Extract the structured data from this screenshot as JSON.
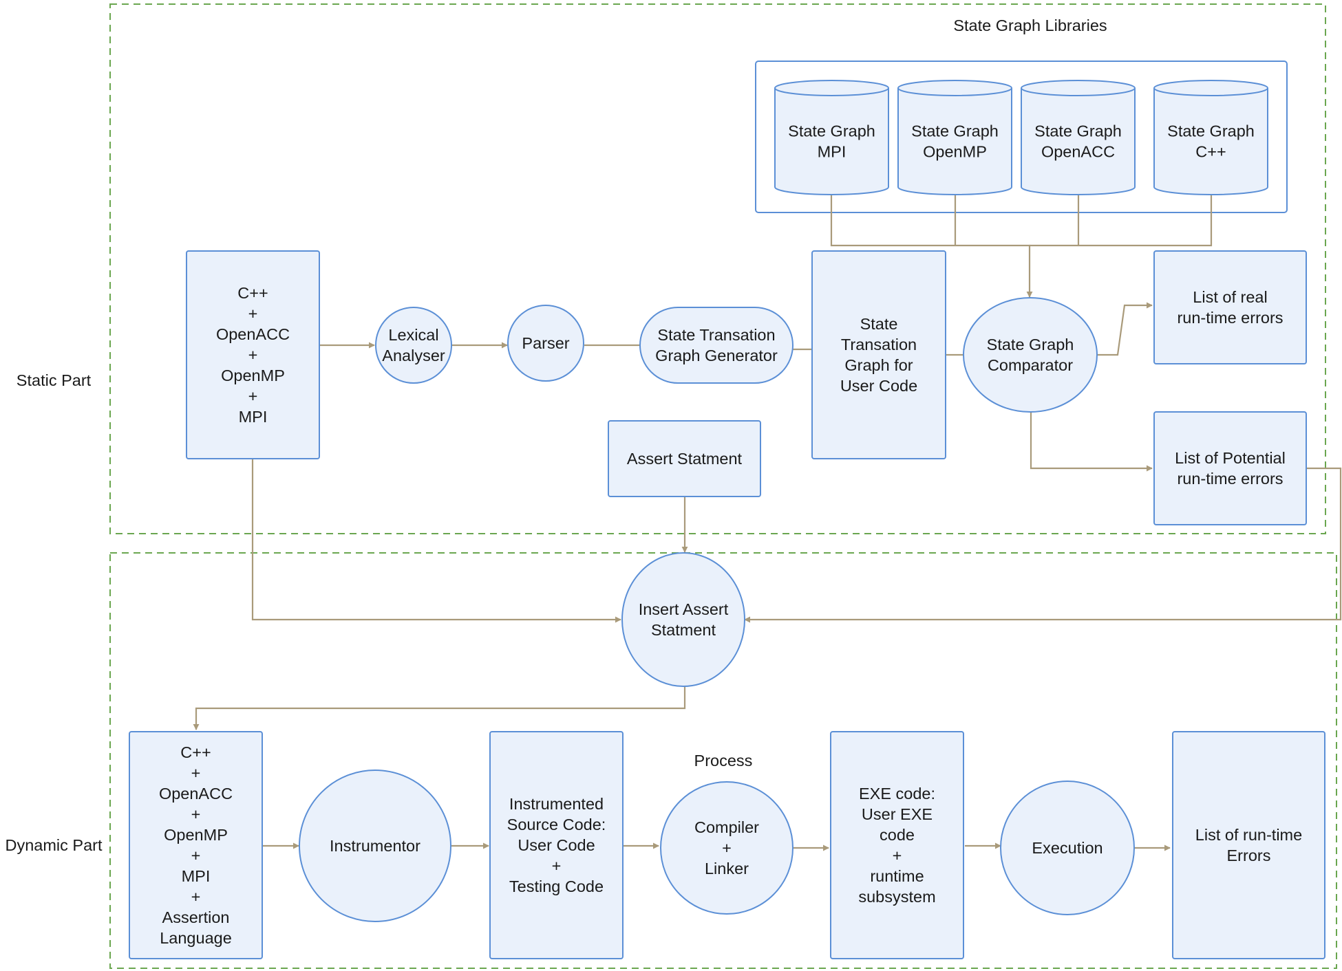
{
  "colors": {
    "node_fill": "#eaf1fb",
    "node_stroke": "#5b8fd6",
    "arrow": "#a99a7a",
    "group_border": "#6aa64f",
    "text": "#1a1a1a"
  },
  "labels": {
    "state_graph_libraries": "State Graph Libraries",
    "static_part": "Static Part",
    "dynamic_part": "Dynamic Part",
    "process": "Process"
  },
  "nodes": {
    "src_static": [
      "C++",
      "+",
      "OpenACC",
      "+",
      "OpenMP",
      "+",
      "MPI"
    ],
    "lexical": [
      "Lexical",
      "Analyser"
    ],
    "parser": [
      "Parser"
    ],
    "stg_generator": [
      "State Transation",
      "Graph Generator"
    ],
    "stg_user": [
      "State",
      "Transation",
      "Graph for",
      "User Code"
    ],
    "comparator": [
      "State Graph",
      "Comparator"
    ],
    "real_errors": [
      "List of real",
      "run-time errors"
    ],
    "potential_errors": [
      "List of Potential",
      "run-time errors"
    ],
    "assert_stmt": [
      "Assert Statment"
    ],
    "insert_assert": [
      "Insert Assert",
      "Statment"
    ],
    "db_mpi": [
      "State Graph",
      "MPI"
    ],
    "db_openmp": [
      "State Graph",
      "OpenMP"
    ],
    "db_openacc": [
      "State Graph",
      "OpenACC"
    ],
    "db_cpp": [
      "State Graph",
      "C++"
    ],
    "src_dynamic": [
      "C++",
      "+",
      "OpenACC",
      "+",
      "OpenMP",
      "+",
      "MPI",
      "+",
      "Assertion",
      "Language"
    ],
    "instrumentor": [
      "Instrumentor"
    ],
    "instrumented": [
      "Instrumented",
      "Source Code:",
      "User Code",
      "+",
      "Testing Code"
    ],
    "compiler": [
      "Compiler",
      "+",
      "Linker"
    ],
    "exe": [
      "EXE code:",
      "User EXE",
      "code",
      "+",
      "runtime",
      "subsystem"
    ],
    "execution": [
      "Execution"
    ],
    "runtime_errors": [
      "List of run-time",
      "Errors"
    ]
  }
}
